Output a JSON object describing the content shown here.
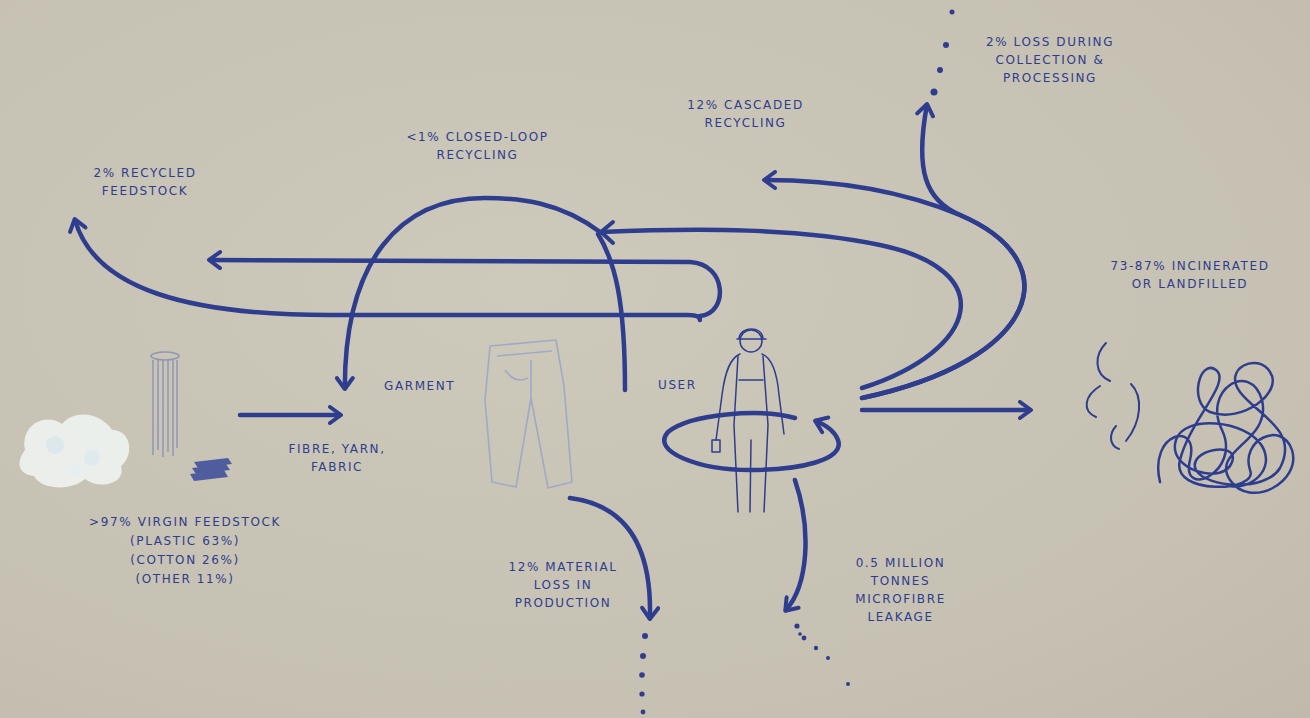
{
  "diagram": {
    "nodes": [
      {
        "text": [
          "2% LOSS DURING COLLECTION & PROCESSING"
        ]
      },
      {
        "text": [
          "12% CASCADED RECYCLING"
        ]
      },
      {
        "text": [
          "2% RECYCLED FEEDSTOCK"
        ]
      },
      {
        "text": [
          "73-87% INCINERATED OR LANDFILLED"
        ]
      },
      {
        "text": [
          "GARMENT"
        ]
      },
      {
        "text": [
          "USER"
        ]
      },
      {
        "text": [
          ">97% VIRGIN FEEDSTOCK",
          "(PLASTIC 63%)",
          "(COTTON 26%)",
          "(OTHER 11%)"
        ]
      },
      {
        "text": [
          "12% MATERIAL LOSS IN PRODUCTION"
        ]
      },
      {
        "text": [
          "0.5 MILLION TONNES MICROFIBRE LEAKAGE"
        ]
      }
    ],
    "edges": [
      {
        "from": 6,
        "to": 4,
        "arrow": "to",
        "label": "FIBRE, YARN, FABRIC"
      },
      {
        "from": 5,
        "to": 4,
        "arrow": "to",
        "label": "<1% CLOSED-LOOP RECYCLING"
      },
      {
        "from": 5,
        "to": 2,
        "arrow": "to"
      },
      {
        "from": 5,
        "to": 1,
        "arrow": "to"
      },
      {
        "from": 5,
        "to": 0,
        "arrow": "to"
      },
      {
        "from": 5,
        "to": 3,
        "arrow": "to"
      },
      {
        "from": 4,
        "to": 7,
        "arrow": "to"
      },
      {
        "from": 5,
        "to": 8,
        "arrow": "to"
      }
    ]
  }
}
